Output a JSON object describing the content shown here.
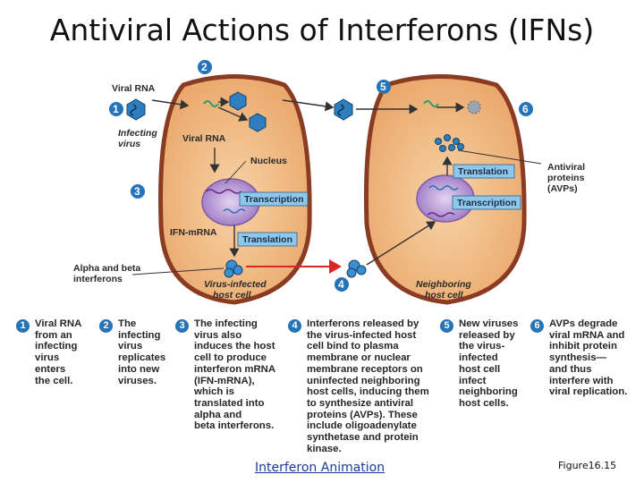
{
  "title": "Antiviral Actions of Interferons (IFNs)",
  "labels": {
    "viral_rna_top": "Viral RNA",
    "infecting_virus": [
      "Infecting",
      "virus"
    ],
    "viral_rna_cell": "Viral RNA",
    "nucleus": "Nucleus",
    "ifn_mrna": "IFN-mRNA",
    "alpha_beta": [
      "Alpha and beta",
      "interferons"
    ],
    "virus_infected": [
      "Virus-infected",
      "host cell"
    ],
    "neighboring": [
      "Neighboring",
      "host cell"
    ],
    "antiviral_proteins": [
      "Antiviral",
      "proteins",
      "(AVPs)"
    ]
  },
  "boxes": {
    "transcription_left": "Transcription",
    "translation_left": "Translation",
    "translation_right": "Translation",
    "transcription_right": "Transcription"
  },
  "diagram_numbers": [
    "2",
    "1",
    "3",
    "5",
    "6",
    "4"
  ],
  "steps": [
    {
      "num": "1",
      "text": "Viral RNA\nfrom an\ninfecting\nvirus\nenters\nthe cell."
    },
    {
      "num": "2",
      "text": "The\ninfecting\nvirus\nreplicates\ninto new\nviruses."
    },
    {
      "num": "3",
      "text": "The infecting\nvirus also\ninduces the host\ncell to produce\ninterferon mRNA\n(IFN-mRNA),\nwhich is\ntranslated into\nalpha and\nbeta interferons."
    },
    {
      "num": "4",
      "text": "Interferons released by\nthe virus-infected host\ncell bind to plasma\nmembrane or nuclear\nmembrane receptors on\nuninfected neighboring\nhost cells, inducing them\nto synthesize antiviral\nproteins (AVPs). These\ninclude oligoadenylate\nsynthetase and protein\nkinase."
    },
    {
      "num": "5",
      "text": "New viruses\nreleased by\nthe virus-\ninfected\nhost cell\ninfect\nneighboring\nhost cells."
    },
    {
      "num": "6",
      "text": "AVPs degrade\nviral mRNA and\ninhibit protein\nsynthesis—\nand thus\ninterfere with\nviral replication."
    }
  ],
  "link_text": "Interferon Animation",
  "figure_ref": "Figure16.15",
  "colors": {
    "cell_fill": "#f2bc84",
    "cell_border": "#8a3b22",
    "nucleus": "#b79ad2",
    "step_circle": "#2573b8",
    "arrow_red": "#d8262b",
    "link": "#1a3c9e"
  }
}
